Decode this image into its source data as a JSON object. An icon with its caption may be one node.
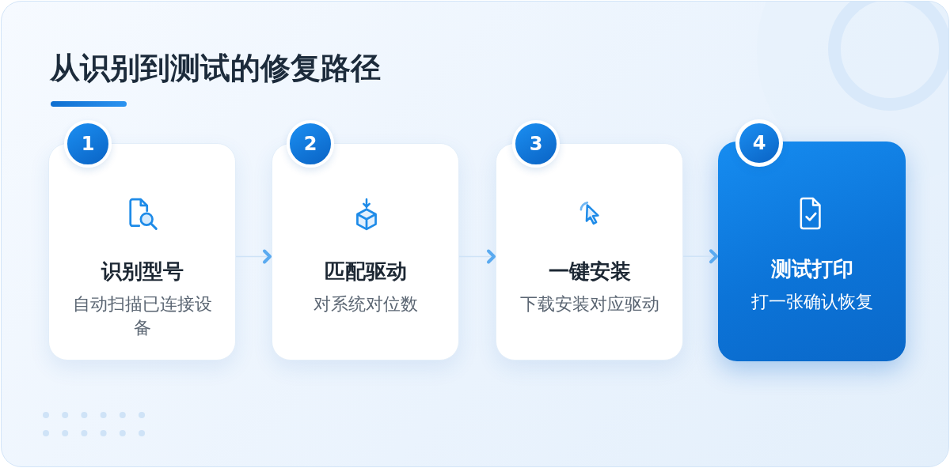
{
  "diagram": {
    "title": "从识别到测试的修复路径",
    "nodes": [
      {
        "text": [
          "1"
        ]
      },
      {
        "text": [
          "识别型号",
          "自动扫描已连接设备"
        ]
      },
      {
        "text": [
          "2"
        ]
      },
      {
        "text": [
          "匹配驱动",
          "对系统对位数"
        ]
      },
      {
        "text": [
          "3"
        ]
      },
      {
        "text": [
          "一键安装",
          "下载安装对应驱动"
        ]
      },
      {
        "text": [
          "4"
        ]
      },
      {
        "text": [
          "测试打印",
          "打一张确认恢复"
        ]
      }
    ],
    "edges": [
      {
        "from": 1,
        "to": 3,
        "arrow": "to"
      },
      {
        "from": 3,
        "to": 5,
        "arrow": "to"
      },
      {
        "from": 5,
        "to": 7,
        "arrow": "to"
      }
    ]
  }
}
